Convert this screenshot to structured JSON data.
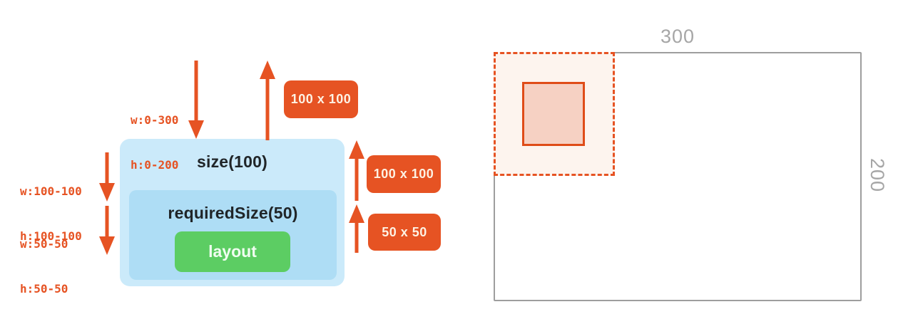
{
  "colors": {
    "accent": "#e65323",
    "blue-outer": "#cbeafa",
    "blue-inner": "#aeddf5",
    "green": "#5ccd63",
    "green-text": "#f0fdf1",
    "dark": "#202528",
    "badge-text": "#fdf2e4",
    "gray-line": "#9e9e9e",
    "gray-text": "#a6a6a6",
    "dash-fill": "#fdf4ee",
    "square-fill": "#f6d1c3",
    "square-border": "#df4c18"
  },
  "left_diagram": {
    "size_box_label": "size(100)",
    "required_size_box_label": "requiredSize(50)",
    "layout_box_label": "layout",
    "incoming_constraints_line1": "w:0-300",
    "incoming_constraints_line2": "h:0-200",
    "size_constraints_line1": "w:100-100",
    "size_constraints_line2": "h:100-100",
    "required_constraints_line1": "w:50-50",
    "required_constraints_line2": "h:50-50",
    "measured_size_top_badge": "100 x 100",
    "measured_size_badge": "100 x 100",
    "required_measured_size_badge": "50 x 50"
  },
  "right_diagram": {
    "width_label": "300",
    "height_label": "200"
  }
}
